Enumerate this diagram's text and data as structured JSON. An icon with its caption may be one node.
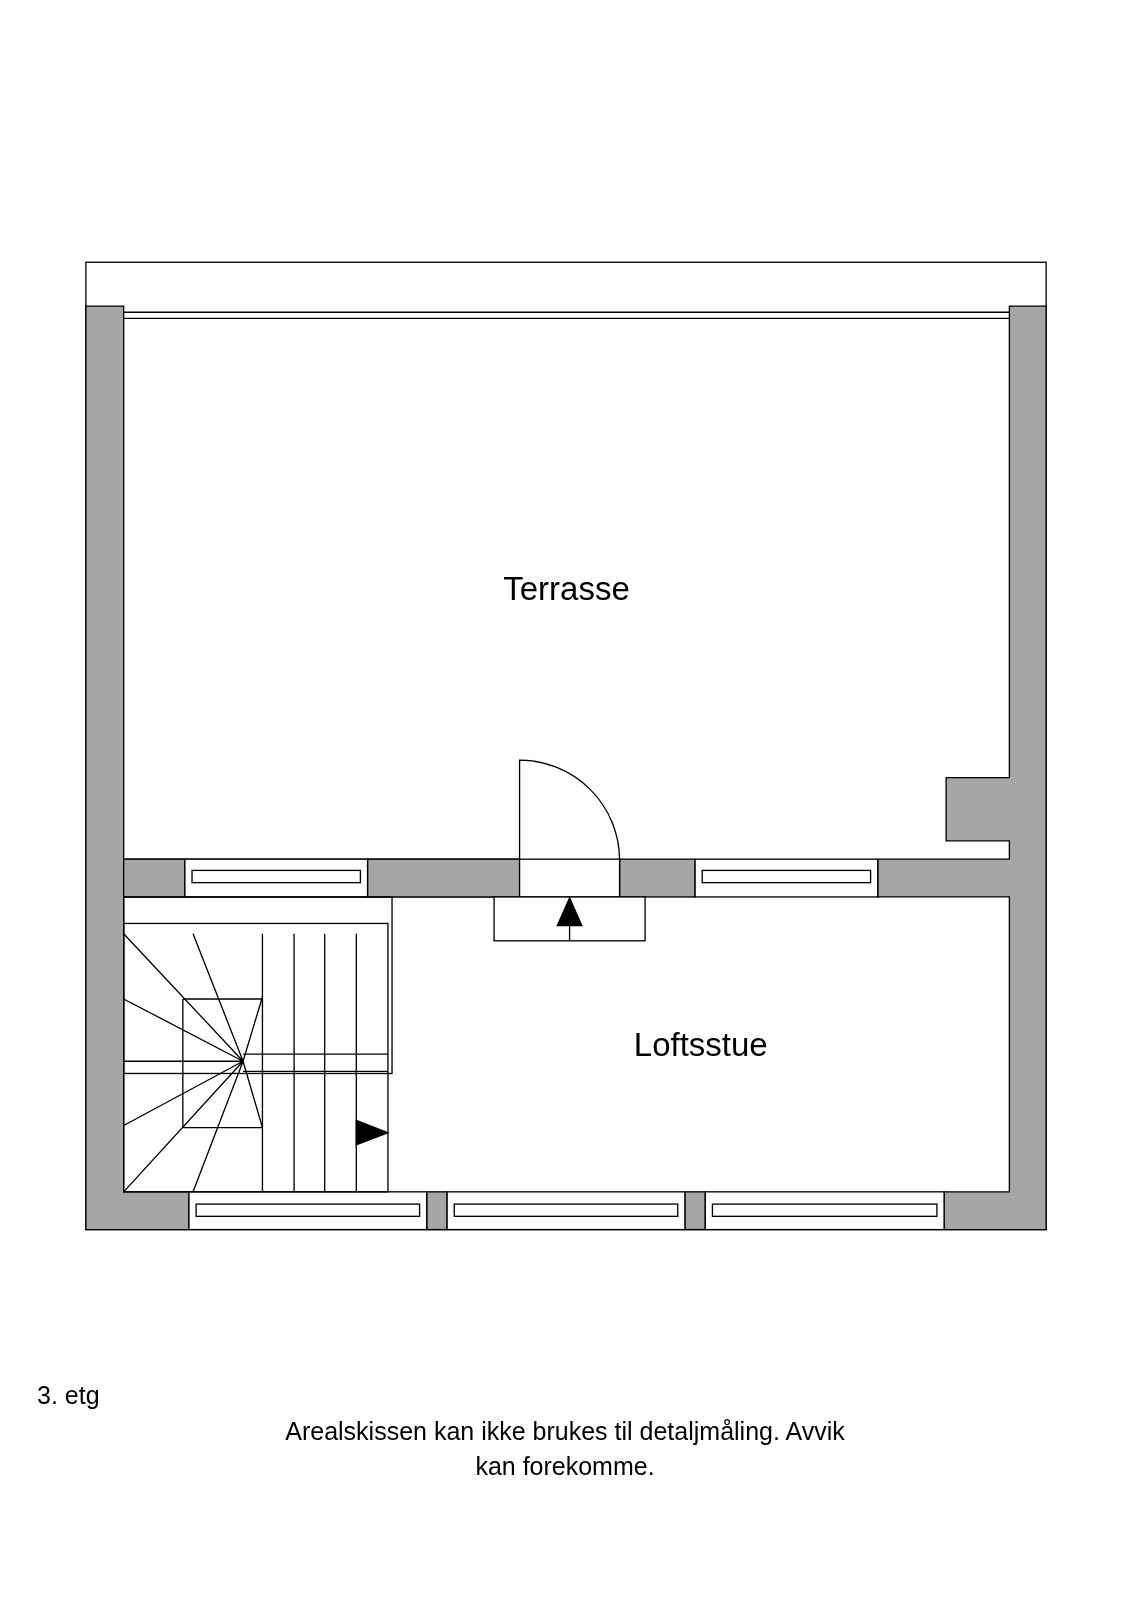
{
  "diagram": {
    "nodes": [
      {
        "text": [
          "Terrasse"
        ]
      },
      {
        "text": [
          "Loftsstue"
        ]
      }
    ],
    "edges": [],
    "labels": [
      "3. etg",
      "Arealskissen kan ikke brukes til detaljmåling. Avvik kan forekomme."
    ]
  }
}
